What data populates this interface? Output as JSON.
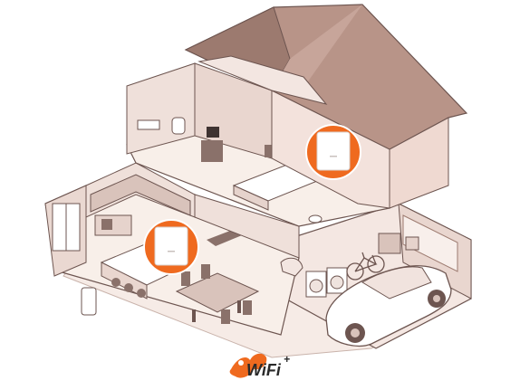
{
  "illustration": {
    "subject": "cutaway-house-with-wifi-access-points",
    "colors": {
      "roof": "#b89488",
      "roof_dark": "#9c7a6f",
      "wall_light": "#f3e6e1",
      "wall_mid": "#e7d3cc",
      "floor": "#f8efe9",
      "outline": "#6d5550",
      "furniture": "#8a716a",
      "accent_orange": "#ef6a1f",
      "device_white": "#ffffff"
    },
    "access_points": [
      {
        "location": "upstairs-bedroom"
      },
      {
        "location": "ground-floor-kitchen"
      }
    ]
  },
  "logo": {
    "text": "WiFi",
    "superscript": "+",
    "brand_color": "#ef6a1f",
    "text_color": "#2a2a2a"
  }
}
